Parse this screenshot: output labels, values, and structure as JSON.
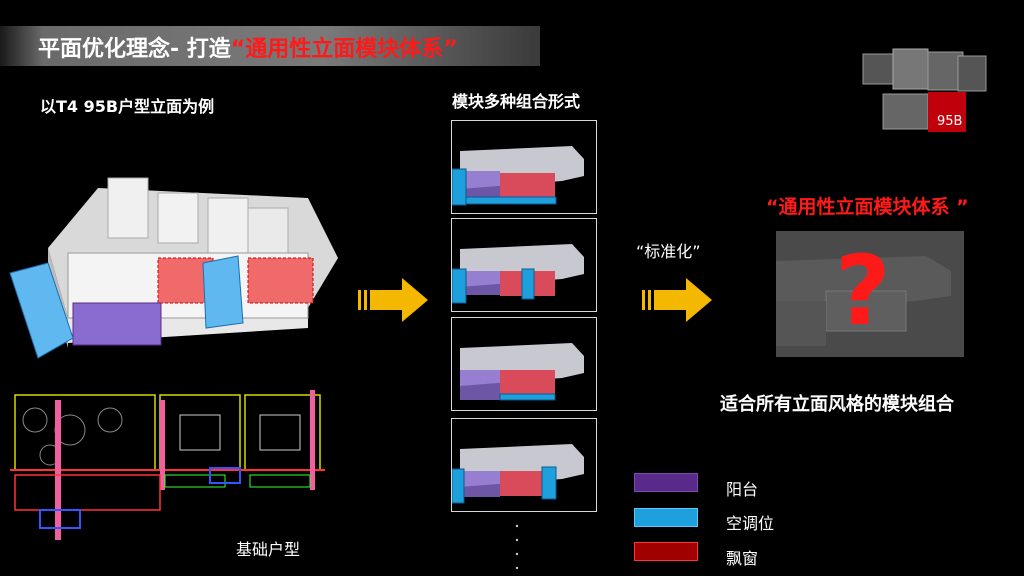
{
  "title": {
    "prefix": "平面优化理念- 打造",
    "highlight": "“通用性立面模块体系”"
  },
  "left": {
    "example_label": "以T4 95B户型立面为例",
    "base_plan_label": "基础户型"
  },
  "middle": {
    "label": "模块多种组合形式"
  },
  "right": {
    "standardize_label": "“标准化”",
    "system_title": "“通用性立面模块体系 ”",
    "question_mark": "?",
    "caption": "适合所有立面风格的模块组合",
    "thumb_badge": "95B"
  },
  "legend": [
    {
      "label": "阳台",
      "color": "#5a2a8a"
    },
    {
      "label": "空调位",
      "color": "#1ea0dc"
    },
    {
      "label": "飘窗",
      "color": "#a00000"
    }
  ],
  "colors": {
    "accent_red": "#ff1a1a",
    "arrow_yellow": "#f5b800"
  }
}
